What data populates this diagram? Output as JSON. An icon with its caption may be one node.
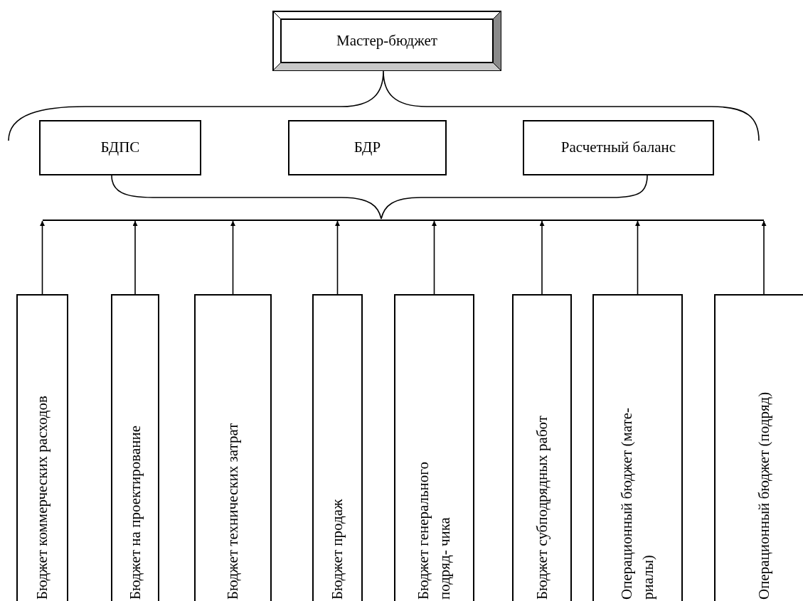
{
  "diagram": {
    "nodes": [
      {
        "text": [
          "Мастер-бюджет"
        ]
      },
      {
        "text": [
          "БДПС"
        ]
      },
      {
        "text": [
          "БДР"
        ]
      },
      {
        "text": [
          "Расчетный баланс"
        ]
      },
      {
        "text": [],
        "shape": "bar"
      },
      {
        "text": [
          "Бюджет коммерческих расходов"
        ]
      },
      {
        "text": [
          "Бюджет на проектирование"
        ]
      },
      {
        "text": [
          "Бюджет технических затрат"
        ]
      },
      {
        "text": [
          "Бюджет продаж"
        ]
      },
      {
        "text": [
          "Бюджет генерального подряд- чика"
        ]
      },
      {
        "text": [
          "Бюджет субподрядных работ"
        ]
      },
      {
        "text": [
          "Операционный бюджет (мате- риалы)"
        ]
      },
      {
        "text": [
          "Операционный бюджет (подряд)"
        ]
      }
    ],
    "edges": [
      {
        "from": 5,
        "to": 4,
        "arrow": "to"
      },
      {
        "from": 6,
        "to": 4,
        "arrow": "to"
      },
      {
        "from": 7,
        "to": 4,
        "arrow": "to"
      },
      {
        "from": 8,
        "to": 4,
        "arrow": "to"
      },
      {
        "from": 9,
        "to": 4,
        "arrow": "to"
      },
      {
        "from": 10,
        "to": 4,
        "arrow": "to"
      },
      {
        "from": 11,
        "to": 4,
        "arrow": "to"
      },
      {
        "from": 12,
        "to": 4,
        "arrow": "to"
      }
    ]
  }
}
